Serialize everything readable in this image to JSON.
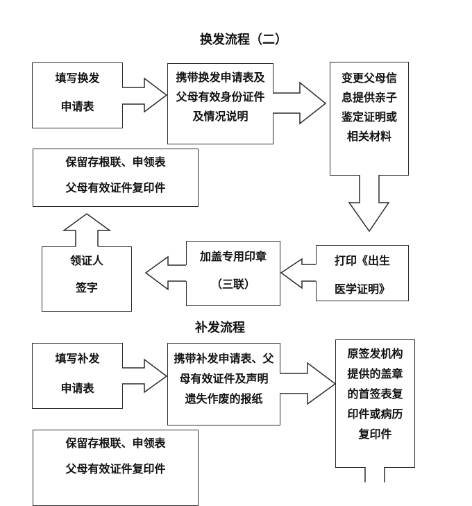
{
  "renewal": {
    "title": "换发流程（二）",
    "steps": {
      "fill_form": [
        "填写换发",
        "申请表"
      ],
      "bring_documents": [
        "携带换发申请表及",
        "父母有效身份证件",
        "及情况说明"
      ],
      "parent_info_change": [
        "变更父母信",
        "息提供亲子",
        "鉴定证明或",
        "相关材料"
      ],
      "print_certificate": [
        "打印《出生",
        "医学证明》"
      ],
      "stamp": [
        "加盖专用印章",
        "（三联）"
      ],
      "recipient_sign": [
        "领证人",
        "签字"
      ],
      "retain_records": [
        "保留存根联、申领表",
        "父母有效证件复印件"
      ]
    }
  },
  "replacement": {
    "title": "补发流程",
    "steps": {
      "fill_form": [
        "填写补发",
        "申请表"
      ],
      "bring_documents": [
        "携带补发申请表、父",
        "母有效证件及声明",
        "遗失作废的报纸"
      ],
      "issuing_agency_copy": [
        "原签发机构",
        "提供的盖章",
        "的首签表复",
        "印件或病历",
        "复印件"
      ],
      "retain_records": [
        "保留存根联、申领表",
        "父母有效证件复印件"
      ]
    }
  }
}
